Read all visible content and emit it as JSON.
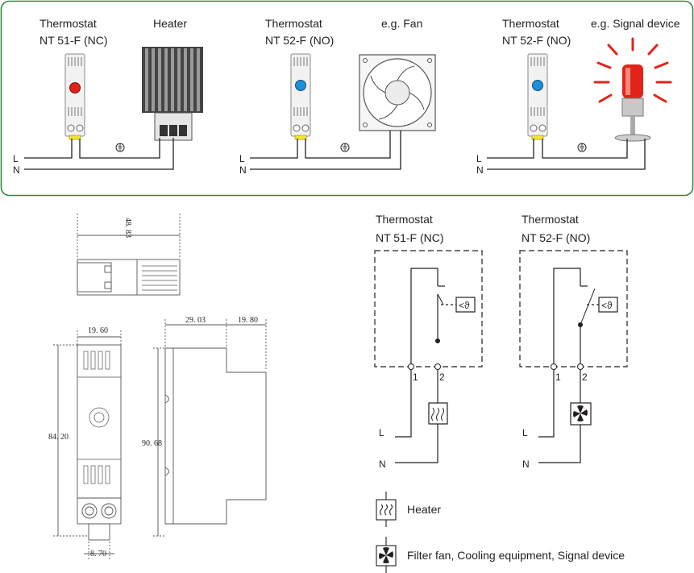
{
  "wiring": {
    "panels": [
      {
        "thermostat": [
          "Thermostat",
          "NT 51-F (NC)"
        ],
        "device": "Heater",
        "dot_color": "#e2231a"
      },
      {
        "thermostat": [
          "Thermostat",
          "NT 52-F (NO)"
        ],
        "device": "e.g. Fan",
        "dot_color": "#1f8fd6"
      },
      {
        "thermostat": [
          "Thermostat",
          "NT 52-F (NO)"
        ],
        "device": "e.g. Signal device",
        "dot_color": "#1f8fd6"
      }
    ],
    "line_L": "L",
    "line_N": "N",
    "border_color": "#2e8b3e"
  },
  "dimensions": {
    "depth_top": "48. 83",
    "width_front": "19. 60",
    "height_front": "84. 20",
    "rail_width": "8. 70",
    "side_a": "29. 03",
    "side_b": "19. 80",
    "height_side": "90. 68"
  },
  "schematics": [
    {
      "title": [
        "Thermostat",
        "NT 51-F (NC)"
      ],
      "terminal1": "1",
      "terminal2": "2",
      "L": "L",
      "N": "N",
      "load": "heater"
    },
    {
      "title": [
        "Thermostat",
        "NT 52-F (NO)"
      ],
      "terminal1": "1",
      "terminal2": "2",
      "L": "L",
      "N": "N",
      "load": "fan"
    }
  ],
  "legend": {
    "heater": "Heater",
    "fan": "Filter fan, Cooling equipment, Signal device"
  }
}
